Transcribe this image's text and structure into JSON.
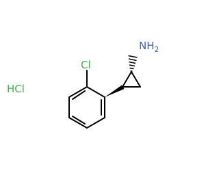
{
  "molecule": {
    "amine_group": {
      "symbol": "NH",
      "subscript": "2",
      "color": "#3a5fcd"
    },
    "chloro_substituent": {
      "label": "Cl",
      "color": "#3cb44b"
    },
    "salt": {
      "label": "HCl",
      "color": "#3cb44b"
    },
    "bond_color": "#000000"
  }
}
